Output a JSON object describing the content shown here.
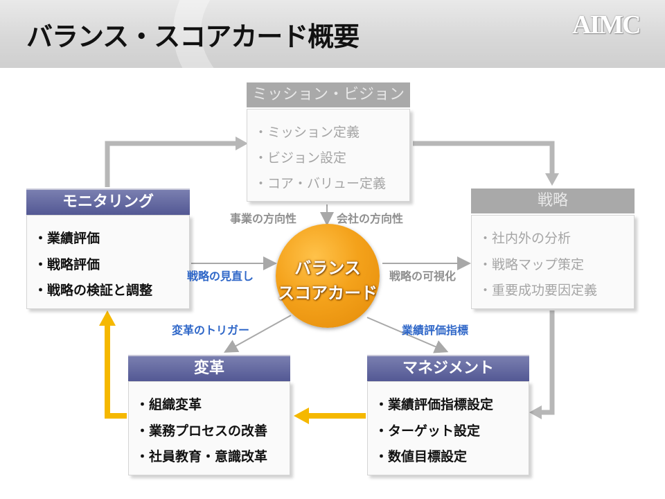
{
  "title": "バランス・スコアカード概要",
  "logo": "AIMC",
  "center": {
    "line1": "バランス",
    "line2": "スコアカード"
  },
  "boxes": {
    "mission": {
      "title": "ミッション・ビジョン",
      "items": [
        "・ミッション定義",
        "・ビジョン設定",
        "・コア・バリュー定義"
      ]
    },
    "strategy": {
      "title": "戦略",
      "items": [
        "・社内外の分析",
        "・戦略マップ策定",
        "・重要成功要因定義"
      ]
    },
    "monitoring": {
      "title": "モニタリング",
      "items": [
        "・業績評価",
        "・戦略評価",
        "・戦略の検証と調整"
      ]
    },
    "change": {
      "title": "変革",
      "items": [
        "・組織変革",
        "・業務プロセスの改善",
        "・社員教育・意識改革"
      ]
    },
    "management": {
      "title": "マネジメント",
      "items": [
        "・業績評価指標設定",
        "・ターゲット設定",
        "・数値目標設定"
      ]
    }
  },
  "labels": {
    "business_direction": "事業の方向性",
    "company_direction": "会社の方向性",
    "strategy_review": "戦略の見直し",
    "strategy_visualization": "戦略の可視化",
    "change_trigger": "変革のトリガー",
    "kpi": "業績評価指標"
  },
  "colors": {
    "active_header": "#5f64a0",
    "muted_header": "#a9a9a9",
    "center_orange": "#f4a21b",
    "yellow_arrow": "#f5b800",
    "blue_text": "#2f67c8"
  }
}
